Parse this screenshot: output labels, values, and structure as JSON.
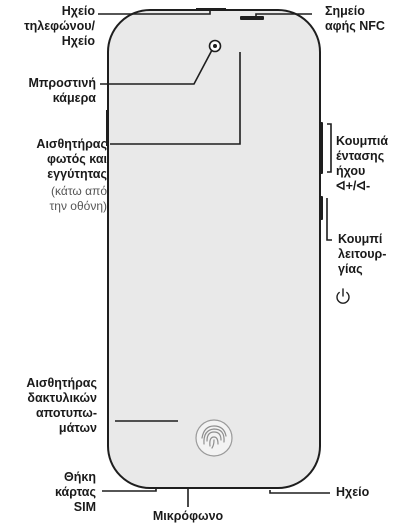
{
  "labels": {
    "earpiece": [
      "Ηχείο",
      "τηλεφώνου/",
      "Ηχείο"
    ],
    "nfc": [
      "Σημείο",
      "αφής NFC"
    ],
    "front_camera": [
      "Μπροστινή",
      "κάμερα"
    ],
    "light_proximity": [
      "Αισθητήρας",
      "φωτός και",
      "εγγύτητας"
    ],
    "light_proximity_note": [
      "(κάτω από",
      "την οθόνη)"
    ],
    "volume": [
      "Κουμπιά",
      "έντασης",
      "ήχου",
      "ᐊ+/ᐊ-"
    ],
    "power": [
      "Κουμπί",
      "λειτουρ-",
      "γίας"
    ],
    "fingerprint": [
      "Αισθητήρας",
      "δακτυλικών",
      "αποτυπω-",
      "μάτων"
    ],
    "sim_tray": [
      "Θήκη",
      "κάρτας",
      "SIM"
    ],
    "microphone": "Μικρόφωνο",
    "speaker": "Ηχείο"
  },
  "icons": {
    "power": "power-icon",
    "fingerprint": "fingerprint-icon",
    "volume": "speaker-icon"
  }
}
